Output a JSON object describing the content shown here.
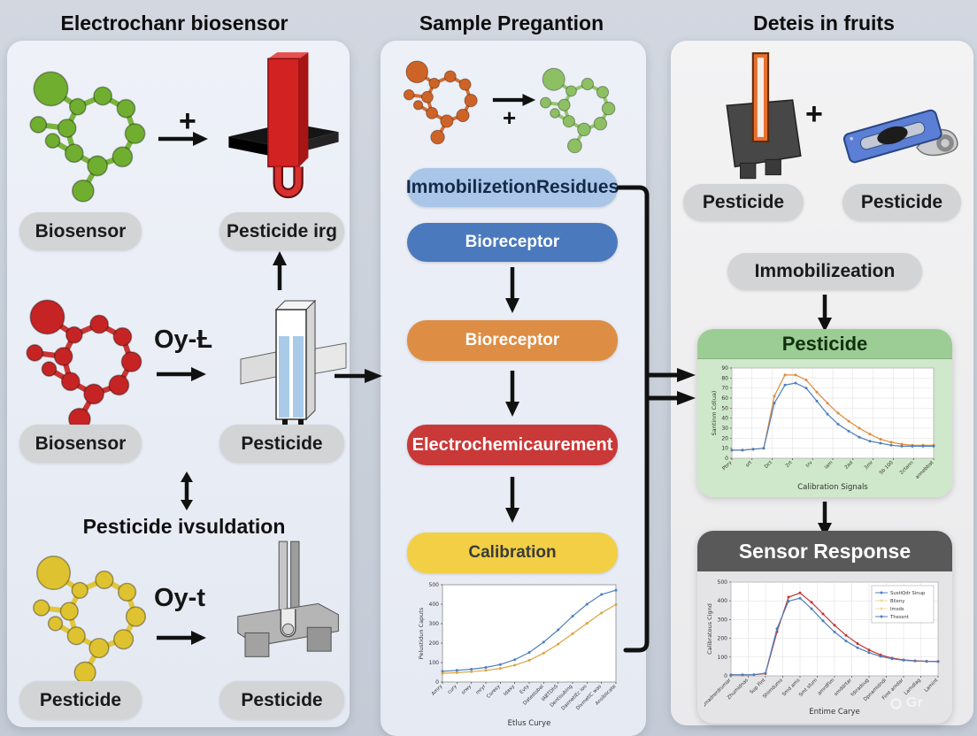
{
  "page": {
    "watermark": "Gr"
  },
  "columns": {
    "left": {
      "title": "Electrochanr biosensor",
      "plus": "+",
      "row1": {
        "label_left": "Biosensor",
        "label_right": "Pesticide irg"
      },
      "row2": {
        "reagent": "Oy-Ƚ",
        "label_left": "Biosensor",
        "label_right": "Pesticide"
      },
      "link_text": "Pesticide ivsuldation",
      "row3": {
        "reagent": "Oy-t",
        "label_left": "Pesticide",
        "label_right": "Pesticide"
      }
    },
    "middle": {
      "title": "Sample Pregantion",
      "plus": "+",
      "steps": [
        {
          "label": "ImmobilizetionResidues",
          "bg": "#a9c6e8",
          "fg": "#16294a"
        },
        {
          "label": "Bioreceptor",
          "bg": "#4a79bd",
          "fg": "#ffffff"
        },
        {
          "label": "Bioreceptor",
          "bg": "#dd8e44",
          "fg": "#ffffff"
        },
        {
          "label": "Electrochemicaurement",
          "bg": "#c93938",
          "fg": "#ffffff"
        },
        {
          "label": "Calibration",
          "bg": "#f2cf45",
          "fg": "#3b3b3b"
        }
      ]
    },
    "right": {
      "title": "Deteis in fruits",
      "plus": "+",
      "label_left": "Pesticide",
      "label_right": "Pesticide",
      "immobilization": "Immobilizeation",
      "green_card": {
        "title": "Pesticide",
        "header_bg": "#9bcd94",
        "body_bg": "#cfe7ca",
        "fg": "#12300f"
      },
      "sensor_card": {
        "title": "Sensor Response",
        "header_bg": "#595959",
        "body_bg": "#e4e4e6",
        "fg": "#ffffff"
      }
    }
  },
  "molecules": {
    "left_top": "#6fae2f",
    "left_mid": "#c62424",
    "left_bottom": "#dec22f",
    "mid_left": "#cd6326",
    "mid_right": "#8cc063"
  },
  "chart_data": [
    {
      "id": "titration-curve",
      "type": "line",
      "title": "",
      "xlabel": "Etlus Curye",
      "ylabel": "Pelustidun Caputs",
      "x_ticks": [
        "Amry",
        "cury",
        "srwy",
        "mryr",
        "Coresy",
        "Idaxy",
        "Evty",
        "Datestobal",
        "IABTDhS",
        "Dentisubing",
        "DaimetlEc ion",
        "DivmetlC was",
        "Ansiblicate"
      ],
      "y_ticks": [
        "0",
        "100",
        "200",
        "300",
        "400",
        "500"
      ],
      "ylim": [
        0,
        500
      ],
      "grid": false,
      "legend": null,
      "series": [
        {
          "name": "blue",
          "color": "#4c7fbd",
          "values": [
            55,
            60,
            66,
            75,
            90,
            115,
            152,
            205,
            268,
            338,
            400,
            450,
            472
          ]
        },
        {
          "name": "orange",
          "color": "#d9a441",
          "values": [
            45,
            48,
            53,
            60,
            70,
            87,
            112,
            148,
            195,
            248,
            302,
            355,
            398
          ]
        }
      ]
    },
    {
      "id": "calibration-signals",
      "type": "line",
      "title": "",
      "xlabel": "Calibration Signals",
      "ylabel": "Santinm Cd(ua)",
      "x_ticks": [
        "Pbry",
        "srt",
        "Dct",
        "2rt",
        "trv",
        "lam",
        "2ad",
        "3mr",
        "5b 100",
        "2ctann",
        "annebbat"
      ],
      "y_ticks": [
        "0",
        "10",
        "20",
        "30",
        "40",
        "50",
        "60",
        "70",
        "80",
        "90"
      ],
      "ylim": [
        0,
        90
      ],
      "grid": true,
      "legend": null,
      "series": [
        {
          "name": "orange",
          "color": "#e08b3d",
          "values": [
            8,
            8,
            9,
            10,
            62,
            83,
            83,
            78,
            66,
            55,
            45,
            37,
            30,
            24,
            19,
            16,
            14,
            13,
            13,
            13
          ]
        },
        {
          "name": "blue",
          "color": "#4c7fbd",
          "values": [
            8,
            8,
            9,
            10,
            55,
            73,
            75,
            70,
            57,
            44,
            34,
            27,
            21,
            17,
            15,
            13,
            12,
            12,
            12,
            12
          ]
        }
      ]
    },
    {
      "id": "sensor-response",
      "type": "line",
      "title": "",
      "xlabel": "Entime Carye",
      "ylabel": "Calibratous Cignd",
      "x_ticks": [
        "Lamadrerdrumar",
        "Zhumidnas",
        "Sup Fint",
        "Shimdums",
        "Smd ams",
        "Smt sfum",
        "amrdFim",
        "smddrtar",
        "fdiradsug",
        "Dpnamidndi",
        "Fimt amdar",
        "Lamdlag",
        "Lamint"
      ],
      "y_ticks": [
        "0",
        "100",
        "200",
        "300",
        "400",
        "500"
      ],
      "ylim": [
        0,
        500
      ],
      "grid": true,
      "legend": [
        {
          "label": "SustiQdr Sinup",
          "color": "#4c7fbd"
        },
        {
          "label": "Blieny",
          "color": "#e9dba6"
        },
        {
          "label": "Imsds",
          "color": "#e9dba6"
        },
        {
          "label": "Thessnt",
          "color": "#4c7fbd"
        }
      ],
      "series": [
        {
          "name": "red",
          "color": "#c43434",
          "values": [
            5,
            5,
            6,
            12,
            235,
            420,
            442,
            392,
            330,
            270,
            216,
            172,
            138,
            112,
            95,
            85,
            80,
            78,
            77
          ]
        },
        {
          "name": "blue",
          "color": "#4c7fbd",
          "values": [
            5,
            5,
            6,
            14,
            252,
            398,
            414,
            358,
            293,
            234,
            186,
            150,
            124,
            104,
            91,
            83,
            79,
            77,
            76
          ]
        }
      ]
    }
  ]
}
